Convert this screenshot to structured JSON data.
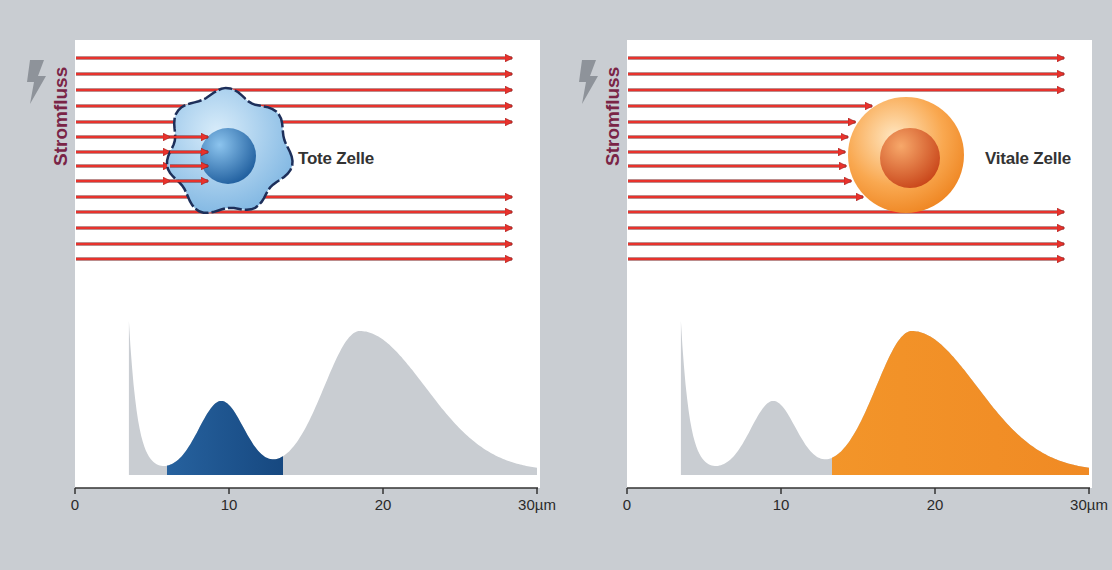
{
  "diagram": {
    "labels": [
      "Stromfluss",
      "Tote Zelle",
      "0",
      "10",
      "20",
      "30µm",
      "Stromfluss",
      "Vitale Zelle",
      "0",
      "10",
      "20",
      "30µm"
    ]
  }
}
